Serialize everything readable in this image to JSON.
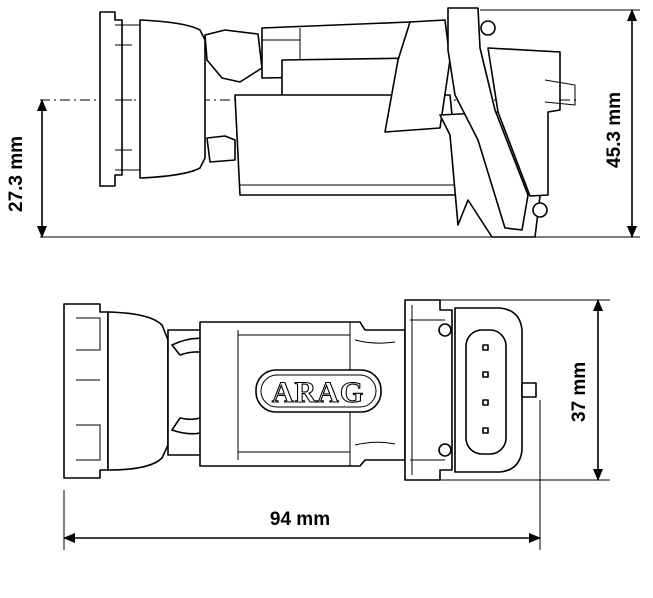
{
  "dimensions": {
    "side_height_left": "27.3 mm",
    "side_height_right": "45.3 mm",
    "top_width": "37 mm",
    "total_length": "94 mm"
  },
  "logo_text": "ARAG",
  "colors": {
    "line": "#000000",
    "background": "#ffffff"
  }
}
